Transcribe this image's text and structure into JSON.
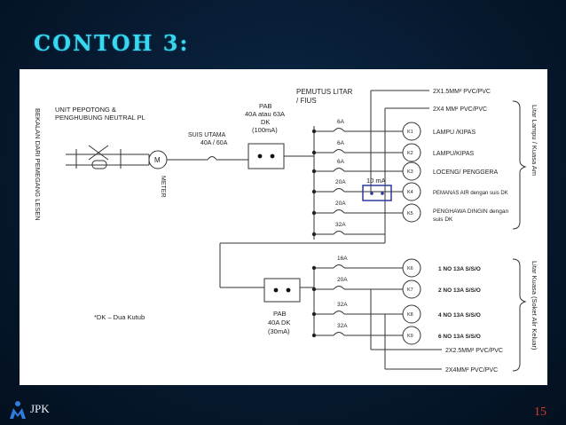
{
  "slide": {
    "title": "CONTOH 3:",
    "footer_label": "JPK",
    "page_number": "15"
  },
  "diagram": {
    "left_vertical_label": "BEKALAN DARI PEMEGANG LESEN",
    "cutout_label_1": "UNIT PEPOTONG &",
    "cutout_label_2": "PENGHUBUNG NEUTRAL PL",
    "meter_symbol": "M",
    "meter_label": "METER",
    "main_switch_label_1": "SUIS UTAMA",
    "main_switch_label_2": "40A / 60A",
    "pab1_label_1": "PAB",
    "pab1_label_2": "40A atau 63A",
    "pab1_label_3": "DK",
    "pab1_label_4": "(100mA)",
    "breaker_header_1": "PEMUTUS LITAR",
    "breaker_header_2": "/ FIUS",
    "rcd_box_label": "10 mA",
    "pab2_label_1": "PAB",
    "pab2_label_2": "40A DK",
    "pab2_label_3": "(30mA)",
    "dk_note": "*DK – Dua Kutub",
    "right_label_top": "Litar Lampu / Kuasa Am",
    "right_label_bottom": "Litar Kuasa (Soket Alir Keluar)",
    "upper_cable_1": "2X1.5MM² PVC/PVC",
    "upper_cable_2": "2X4 MM² PVC/PVC",
    "lower_cable_1": "2X2.5MM² PVC/PVC",
    "lower_cable_2": "2X4MM² PVC/PVC",
    "upper_circuits": [
      {
        "rating": "6A",
        "node": "K1",
        "load": "LAMPU /KIPAS"
      },
      {
        "rating": "6A",
        "node": "K2",
        "load": "LAMPU/KIPAS"
      },
      {
        "rating": "6A",
        "node": "K3",
        "load": "LOCENG/ PENGGERA"
      },
      {
        "rating": "20A",
        "node": "K4",
        "load": "PEMANAS AIR  dengan suis DK"
      },
      {
        "rating": "20A",
        "node": "K5",
        "load": "PENGHAWA DINGIN dengan",
        "load2": "suis DK"
      },
      {
        "rating": "32A",
        "node": "",
        "load": ""
      }
    ],
    "lower_circuits": [
      {
        "rating": "16A",
        "node": "K6",
        "load": "1 NO 13A S/S/O"
      },
      {
        "rating": "20A",
        "node": "K7",
        "load": "2 NO 13A S/S/O"
      },
      {
        "rating": "32A",
        "node": "K8",
        "load": "4 NO 13A S/S/O"
      },
      {
        "rating": "32A",
        "node": "K9",
        "load": "6 NO 13A S/S/O"
      }
    ]
  },
  "colors": {
    "title": "#3ad7f0",
    "background": "#071a31",
    "page_number": "#d83b2a",
    "rcd_box": "#2b3a9a",
    "line": "#333333"
  },
  "icons": {
    "footer_logo": "jpk-logo-icon"
  }
}
